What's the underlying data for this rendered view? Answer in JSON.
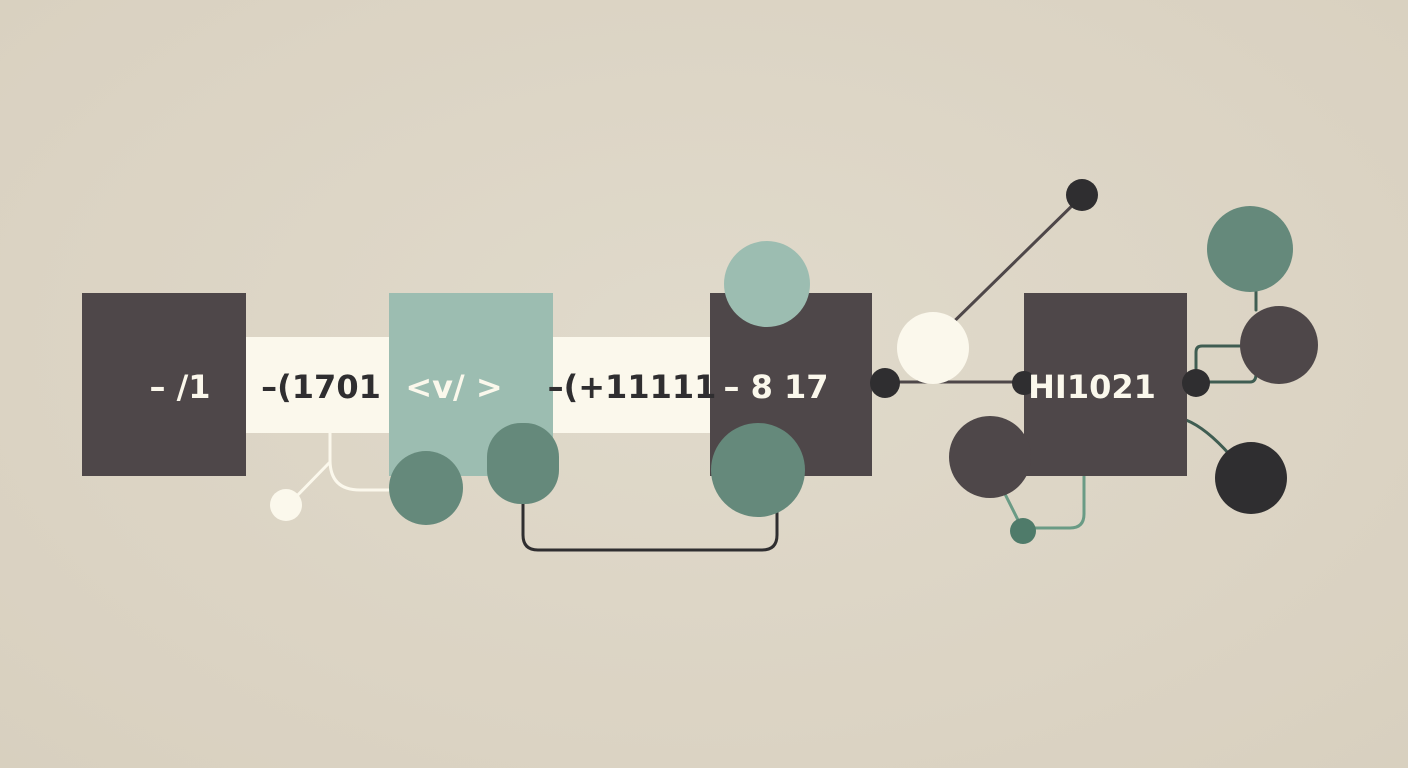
{
  "colors": {
    "background": "#dcd5c5",
    "dark_box": "#4e4749",
    "cream": "#fbf8ec",
    "sage_light": "#9cbdb1",
    "sage_dark": "#65897b",
    "charcoal": "#2f2e30",
    "line_dark": "#3a3839",
    "line_green": "#6a9b85"
  },
  "labels": {
    "box1": "– /1",
    "strip1": "–(1701",
    "tag": "<v/ >",
    "strip2": "–(+11111",
    "box3": "– 8  17",
    "box4": "HI1021"
  }
}
